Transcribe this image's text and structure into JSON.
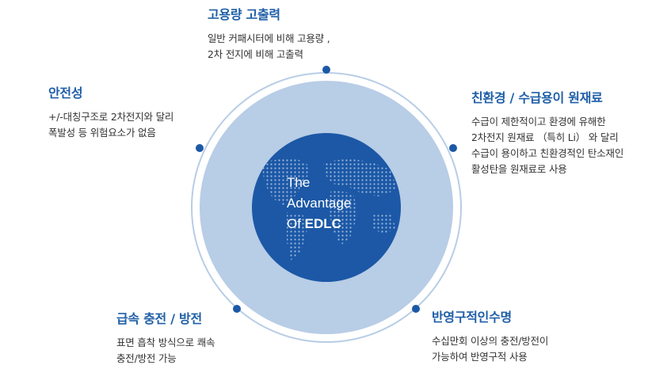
{
  "colors": {
    "accent": "#1f5fa8",
    "outer_ring": "#b8cde6",
    "globe": "#1c58a6",
    "dot": "#1c58a6",
    "text": "#333333"
  },
  "center": {
    "line1": "The",
    "line2": "Advantage",
    "line3_prefix": "Of ",
    "line3_bold": "EDLC"
  },
  "features": {
    "top": {
      "title": "고용량 고출력",
      "lines": [
        "일반 커패시터에 비해 고용량 ,",
        "2차 전지에 비해 고출력"
      ]
    },
    "top_right": {
      "title": "친환경 / 수급용이 원재료",
      "lines": [
        "수급이 제한적이고 환경에 유해한",
        "2차전지 원재료 （특히 Li） 와 달리",
        "수급이 용이하고 친환경적인 탄소재인",
        "활성탄을 원재료로 사용"
      ]
    },
    "top_left": {
      "title": "안전성",
      "lines": [
        "+/-대칭구조로 2차전지와 달리",
        "폭발성 등 위험요소가 없음"
      ]
    },
    "bottom_left": {
      "title": "급속 충전 / 방전",
      "lines": [
        "표면 흡착 방식으로 쾌속",
        "충전/방전 가능"
      ]
    },
    "bottom_right": {
      "title": "반영구적인수명",
      "lines": [
        "수십만회 이상의 충전/방전이",
        "가능하여 반영구적 사용"
      ]
    }
  }
}
